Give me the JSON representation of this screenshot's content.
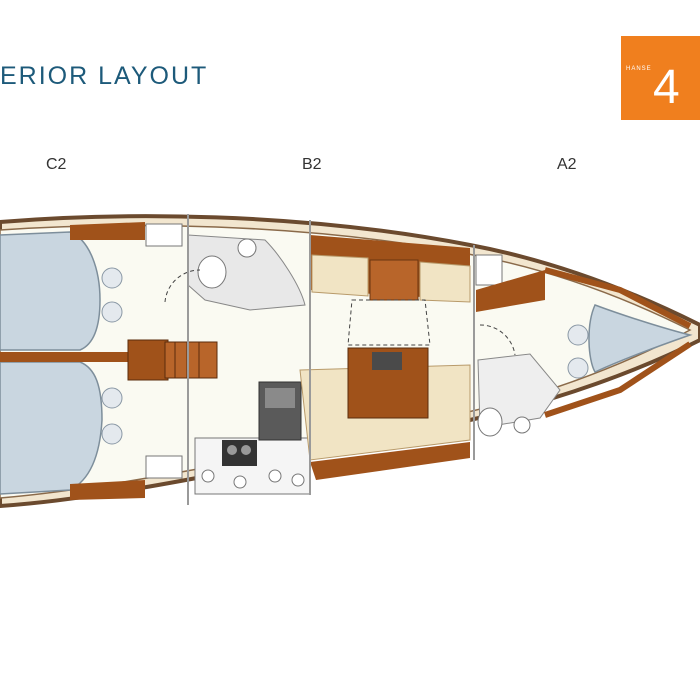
{
  "header": {
    "title": "ERIOR LAYOUT",
    "logo_brand": "HANSE",
    "logo_model": "4"
  },
  "cabins": {
    "c2": "C2",
    "b2": "B2",
    "a2": "A2"
  },
  "colors": {
    "title": "#1d5a7a",
    "logo_bg": "#f07f1e",
    "wood": "#a0521a",
    "cushion": "#f1e4c4",
    "berth": "#c9d6e0",
    "floor": "#fafaf2",
    "hull": "#6b4a2e"
  }
}
